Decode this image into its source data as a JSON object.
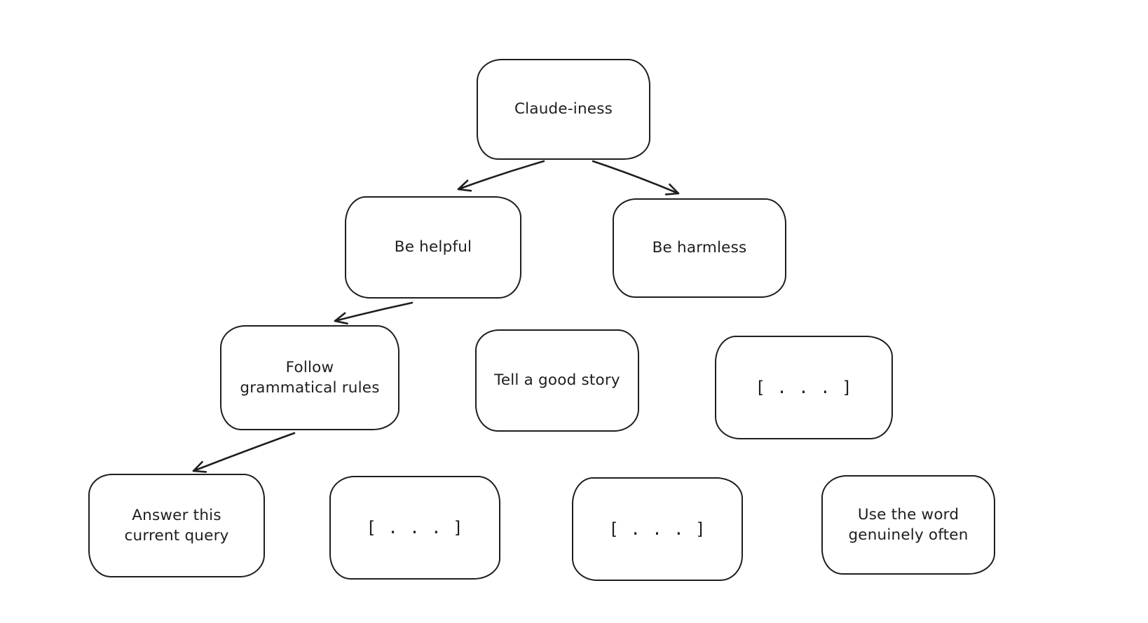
{
  "canvas": {
    "background_color": "#ffffff",
    "stroke_color": "#1e1e1e",
    "text_color": "#1e1e1e",
    "style": "hand-drawn sketch"
  },
  "diagram": {
    "type": "tree",
    "nodes": [
      {
        "id": "claude-iness",
        "label": "Claude-iness",
        "level": 1
      },
      {
        "id": "be-helpful",
        "label": "Be helpful",
        "level": 2
      },
      {
        "id": "be-harmless",
        "label": "Be harmless",
        "level": 2
      },
      {
        "id": "follow-grammatical-rules",
        "label": "Follow grammatical rules",
        "level": 3
      },
      {
        "id": "tell-a-good-story",
        "label": "Tell a good story",
        "level": 3
      },
      {
        "id": "ellipsis-level3",
        "label": "[ . . . ]",
        "level": 3
      },
      {
        "id": "answer-this-current-query",
        "label": "Answer this current query",
        "level": 4
      },
      {
        "id": "ellipsis-level4-a",
        "label": "[ . . . ]",
        "level": 4
      },
      {
        "id": "ellipsis-level4-b",
        "label": "[ . . . ]",
        "level": 4
      },
      {
        "id": "use-the-word-genuinely-often",
        "label": "Use the word genuinely often",
        "level": 4
      }
    ],
    "edges": [
      {
        "from": "claude-iness",
        "to": "be-helpful"
      },
      {
        "from": "claude-iness",
        "to": "be-harmless"
      },
      {
        "from": "be-helpful",
        "to": "follow-grammatical-rules"
      },
      {
        "from": "follow-grammatical-rules",
        "to": "answer-this-current-query"
      }
    ]
  }
}
